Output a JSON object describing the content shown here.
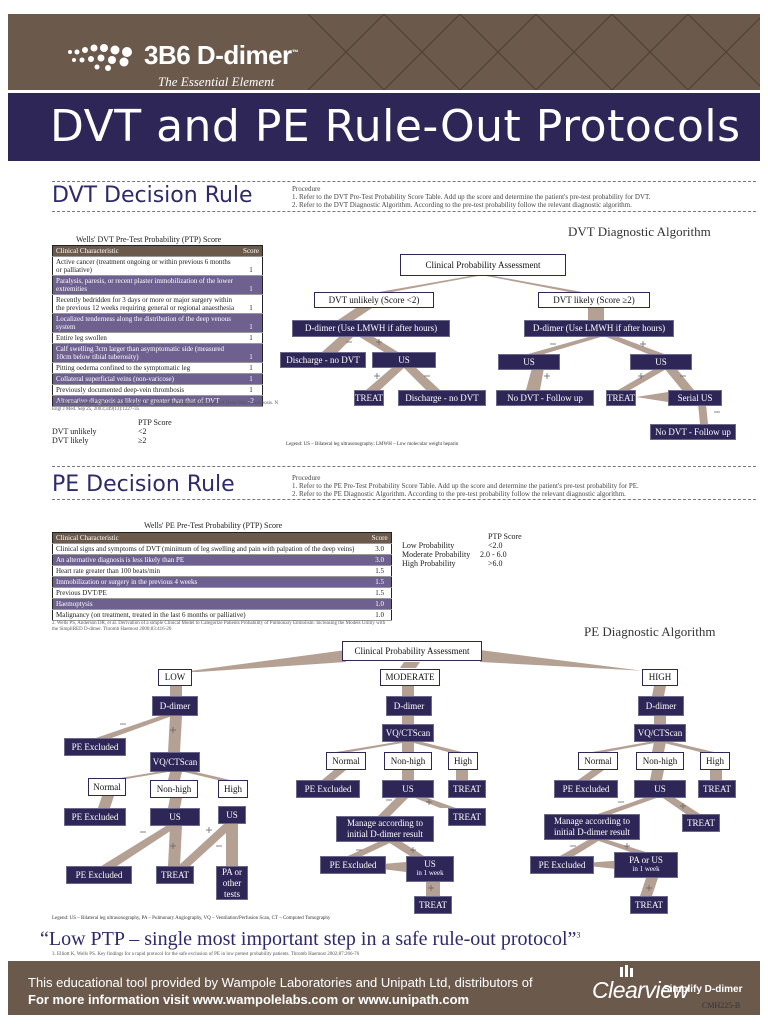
{
  "header": {
    "brand": "3B6 D-dimer",
    "brand_mark": "™",
    "tagline": "The Essential Element",
    "title": "DVT and PE Rule-Out Protocols"
  },
  "dvt": {
    "section_title": "DVT Decision Rule",
    "procedure_heading": "Procedure",
    "procedure_1": "1. Refer to the DVT Pre-Test Probability Score Table. Add up the score and determine the patient's pre-test probability for DVT.",
    "procedure_2": "2. Refer to the DVT Diagnostic Algorithm. According to the pre-test probability follow the relevant diagnostic algorithm.",
    "table_caption": "Wells' DVT Pre-Test Probability (PTP) Score",
    "table_header": [
      "Clinical Characteristic",
      "Score"
    ],
    "table_rows": [
      [
        "Active cancer (treatment ongoing or within previous 6 months or palliative)",
        "1"
      ],
      [
        "Paralysis, paresis, or recent plaster immobilization of the lower extremities",
        "1"
      ],
      [
        "Recently bedridden for 3 days or more or major surgery within the previous 12 weeks requiring general or regional anaesthesia",
        "1"
      ],
      [
        "Localized tenderness along the distribution of the deep venous system",
        "1"
      ],
      [
        "Entire leg swollen",
        "1"
      ],
      [
        "Calf swelling 3cm larger than asymptomatic side (measured 10cm below tibial tuberosity)",
        "1"
      ],
      [
        "Pitting oedema confined to the symptomatic leg",
        "1"
      ],
      [
        "Collateral superficial veins (non-varicose)",
        "1"
      ],
      [
        "Previously documented deep-vein thrombosis",
        "1"
      ],
      [
        "Alternative diagnosis as likely or greater than that of DVT",
        "-2"
      ]
    ],
    "table_ref": "1. Wells PS, Anderson DR, et al. Evaluation of D-dimer in the Diagnosis of Suspected Deep-Vein Thrombosis. N Engl J Med. Sep 25, 2003;349(13):1227-35",
    "ptp_heading": "PTP Score",
    "ptp_rows": [
      [
        "DVT unlikely",
        "<2"
      ],
      [
        "DVT likely",
        "≥2"
      ]
    ],
    "algo_title": "DVT Diagnostic Algorithm",
    "nodes": {
      "cpa": "Clinical Probability Assessment",
      "unlikely": "DVT unlikely (Score <2)",
      "likely": "DVT likely (Score ≥2)",
      "ddimer_u": "D-dimer (Use LMWH if after hours)",
      "ddimer_l": "D-dimer (Use LMWH if after hours)",
      "discharge1": "Discharge - no DVT",
      "us1": "US",
      "treat1": "TREAT",
      "discharge2": "Discharge - no DVT",
      "us2": "US",
      "us3": "US",
      "nodvt1": "No DVT - Follow up",
      "treat2": "TREAT",
      "serial": "Serial US",
      "nodvt2": "No DVT - Follow up"
    },
    "legend": "Legend: US – Bilateral leg ultrasonography; LMWH – Low molecular weight heparin"
  },
  "pe": {
    "section_title": "PE Decision Rule",
    "procedure_heading": "Procedure",
    "procedure_1": "1. Refer to the PE Pre-Test Probability Score Table. Add up the score and determine the patient's pre-test probability for PE.",
    "procedure_2": "2. Refer to the PE Diagnostic Algorithm. According to the pre-test probability follow the relevant diagnostic algorithm.",
    "table_caption": "Wells' PE Pre-Test Probability (PTP) Score",
    "table_header": [
      "Clinical Characteristic",
      "Score"
    ],
    "table_rows": [
      [
        "Clinical signs and symptoms of DVT (minimum of leg swelling and pain with palpation of the deep veins)",
        "3.0"
      ],
      [
        "An alternative diagnosis is less likely than PE",
        "3.0"
      ],
      [
        "Heart rate greater than 100 beats/min",
        "1.5"
      ],
      [
        "Immobilization or surgery in the previous 4 weeks",
        "1.5"
      ],
      [
        "Previous DVT/PE",
        "1.5"
      ],
      [
        "Haemoptysis",
        "1.0"
      ],
      [
        "Malignancy (on treatment, treated in the last 6 months or palliative)",
        "1.0"
      ]
    ],
    "table_ref": "2. Wells PS, Anderson DR, et al. Derivation of a simple Clinical Model to Categorize Patients Probability of Pulmonary Embolism: Increasing the Models Utility with the SimpliRED D-dimer. Thromb Haemost 2000;83:416-20",
    "ptp_heading": "PTP Score",
    "ptp_rows": [
      [
        "Low Probability",
        "<2.0"
      ],
      [
        "Moderate Probability",
        "2.0 - 6.0"
      ],
      [
        "High Probability",
        ">6.0"
      ]
    ],
    "algo_title": "PE Diagnostic Algorithm",
    "nodes": {
      "cpa": "Clinical Probability Assessment",
      "low": "LOW",
      "moderate": "MODERATE",
      "high": "HIGH",
      "dd_low": "D-dimer",
      "dd_mod": "D-dimer",
      "dd_high": "D-dimer",
      "pe_ex_low": "PE Excluded",
      "vq_low": "VQ/CTScan",
      "normal_low": "Normal",
      "nonhigh_low": "Non-high",
      "high_low": "High",
      "pe_ex_low2": "PE Excluded",
      "us_low": "US",
      "us_low2": "US",
      "pe_ex_low3": "PE Excluded",
      "treat_low": "TREAT",
      "pa_low": "PA or other tests",
      "vq_mod": "VQ/CTScan",
      "normal_mod": "Normal",
      "nonhigh_mod": "Non-high",
      "high_mod": "High",
      "pe_ex_mod": "PE Excluded",
      "us_mod": "US",
      "treat_mod": "TREAT",
      "treat_mod2": "TREAT",
      "manage_mod": "Manage according to initial D-dimer result",
      "pe_ex_mod2": "PE Excluded",
      "us_mod2": "US",
      "us_mod2_sub": "in 1 week",
      "treat_mod3": "TREAT",
      "vq_high": "VQ/CTScan",
      "normal_high": "Normal",
      "nonhigh_high": "Non-high",
      "high_high": "High",
      "pe_ex_high": "PE Excluded",
      "us_high": "US",
      "treat_high": "TREAT",
      "treat_high2": "TREAT",
      "manage_high": "Manage according to initial D-dimer result",
      "pe_ex_high2": "PE Excluded",
      "pa_high": "PA or US",
      "pa_high_sub": "in 1 week",
      "treat_high3": "TREAT"
    },
    "legend": "Legend: US – Bilateral leg ultrasonography, PA – Pulmonary Angiography, VQ – Ventilation/Perfusion Scan, CT – Computed Tomography"
  },
  "quote": {
    "text": "“Low PTP – single most important step in a safe rule-out protocol”",
    "ref_mark": "3",
    "ref": "3. Elliott K, Wells PS. Key findings for a rapid protocol for the safe exclusion of PE in low pretest probability patients. Thromb Haemost 2002;87:266-76"
  },
  "footer": {
    "line1": "This educational tool provided by Wampole Laboratories and Unipath Ltd, distributors of",
    "line2": "For more information visit www.wampolelabs.com or www.unipath.com",
    "brand": "Clearview",
    "product": "Simplify D-dimer",
    "code": "CMH225-B"
  },
  "colors": {
    "banner": "#6b5a4b",
    "navy": "#2e2657",
    "branch": "#b5a194"
  }
}
